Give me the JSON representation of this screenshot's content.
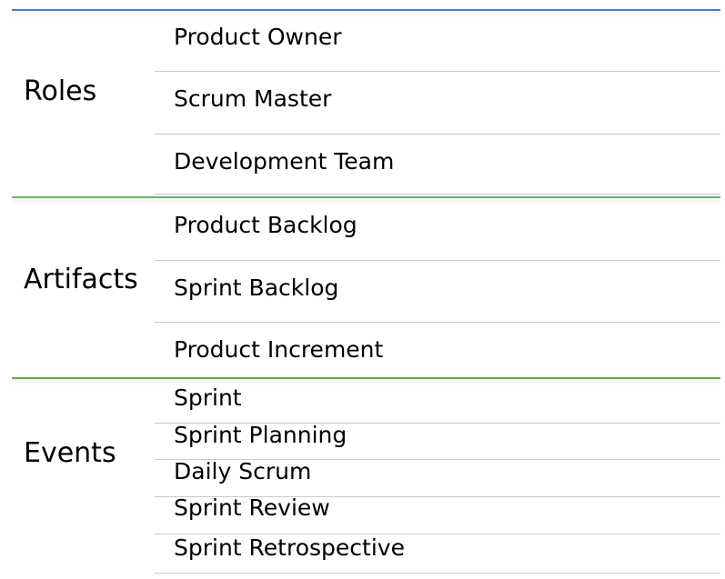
{
  "colors": {
    "roles_line": "#4a78c2",
    "artifacts_line": "#6db36b",
    "events_line": "#6aa84f",
    "separator": "#c3c9d6"
  },
  "groups": [
    {
      "label": "Roles",
      "items": [
        "Product Owner",
        "Scrum Master",
        "Development Team"
      ]
    },
    {
      "label": "Artifacts",
      "items": [
        "Product Backlog",
        "Sprint Backlog",
        "Product Increment"
      ]
    },
    {
      "label": "Events",
      "items": [
        "Sprint",
        "Sprint Planning",
        "Daily Scrum",
        "Sprint Review",
        "Sprint Retrospective"
      ]
    }
  ]
}
